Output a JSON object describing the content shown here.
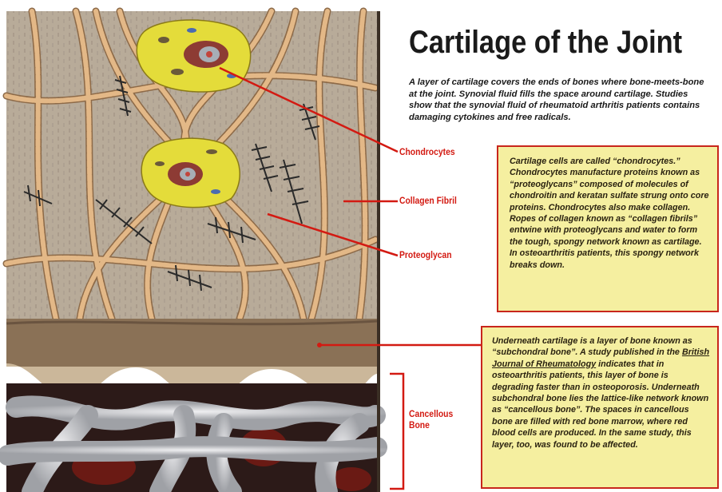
{
  "title": "Cartilage of the Joint",
  "intro": "A layer of cartilage covers the ends of bones where bone-meets-bone at the joint. Synovial fluid fills the space around cartilage. Studies show that the synovial fluid of rheumatoid arthritis patients contains damaging cytokines and free radicals.",
  "labels": {
    "chondrocytes": "Chondrocytes",
    "collagen_fibril": "Collagen Fibril",
    "proteoglycan": "Proteoglycan",
    "cancellous_bone_1": "Cancellous",
    "cancellous_bone_2": "Bone"
  },
  "box1": {
    "text": "Cartilage cells are called “chondrocytes.” Chondrocytes manufacture proteins known as “proteoglycans” composed of molecules of chondroitin and keratan sulfate strung onto core proteins. Chondrocytes also make collagen. Ropes of collagen known as “collagen fibrils” entwine with proteoglycans and water to form the tough, spongy network known as cartilage. In osteoarthritis patients, this spongy network breaks down."
  },
  "box2": {
    "text_before": "Underneath cartilage is a layer of bone known as “subchondral bone”. A study published in the ",
    "journal": "British Journal of Rheumatology",
    "text_after": " indicates that in osteoarthritis patients, this layer of bone is degrading faster than in osteoporosis. Underneath subchondral bone lies the lattice-like network known as “cancellous bone”. The spaces in cancellous bone are filled with red bone marrow, where red blood cells are produced. In the same study, this layer, too, was found to be affected."
  },
  "colors": {
    "label_red": "#d31a12",
    "box_fill": "#f5efa0",
    "box_border": "#c8261c",
    "cartilage": "#b7aa98",
    "fibril": "#d9a878",
    "chondrocyte": "#e4dc3a",
    "subchondral": "#8a7156",
    "cancellous": "#c8c9cc",
    "marrow": "#6a1a14"
  }
}
